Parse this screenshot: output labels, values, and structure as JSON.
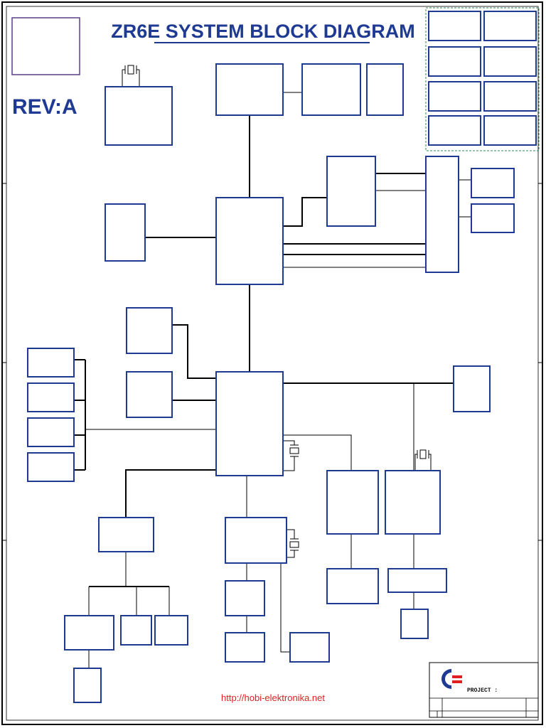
{
  "diagram": {
    "title": "ZR6E SYSTEM BLOCK DIAGRAM",
    "revision": "REV:A",
    "url": "http://hobi-elektronika.net",
    "project_label": "PROJECT :",
    "colors": {
      "block_border": "#1f3a93",
      "title": "#1f3a93",
      "url": "#e02020",
      "frame": "#000000",
      "legend_border": "#2e8b57"
    }
  }
}
